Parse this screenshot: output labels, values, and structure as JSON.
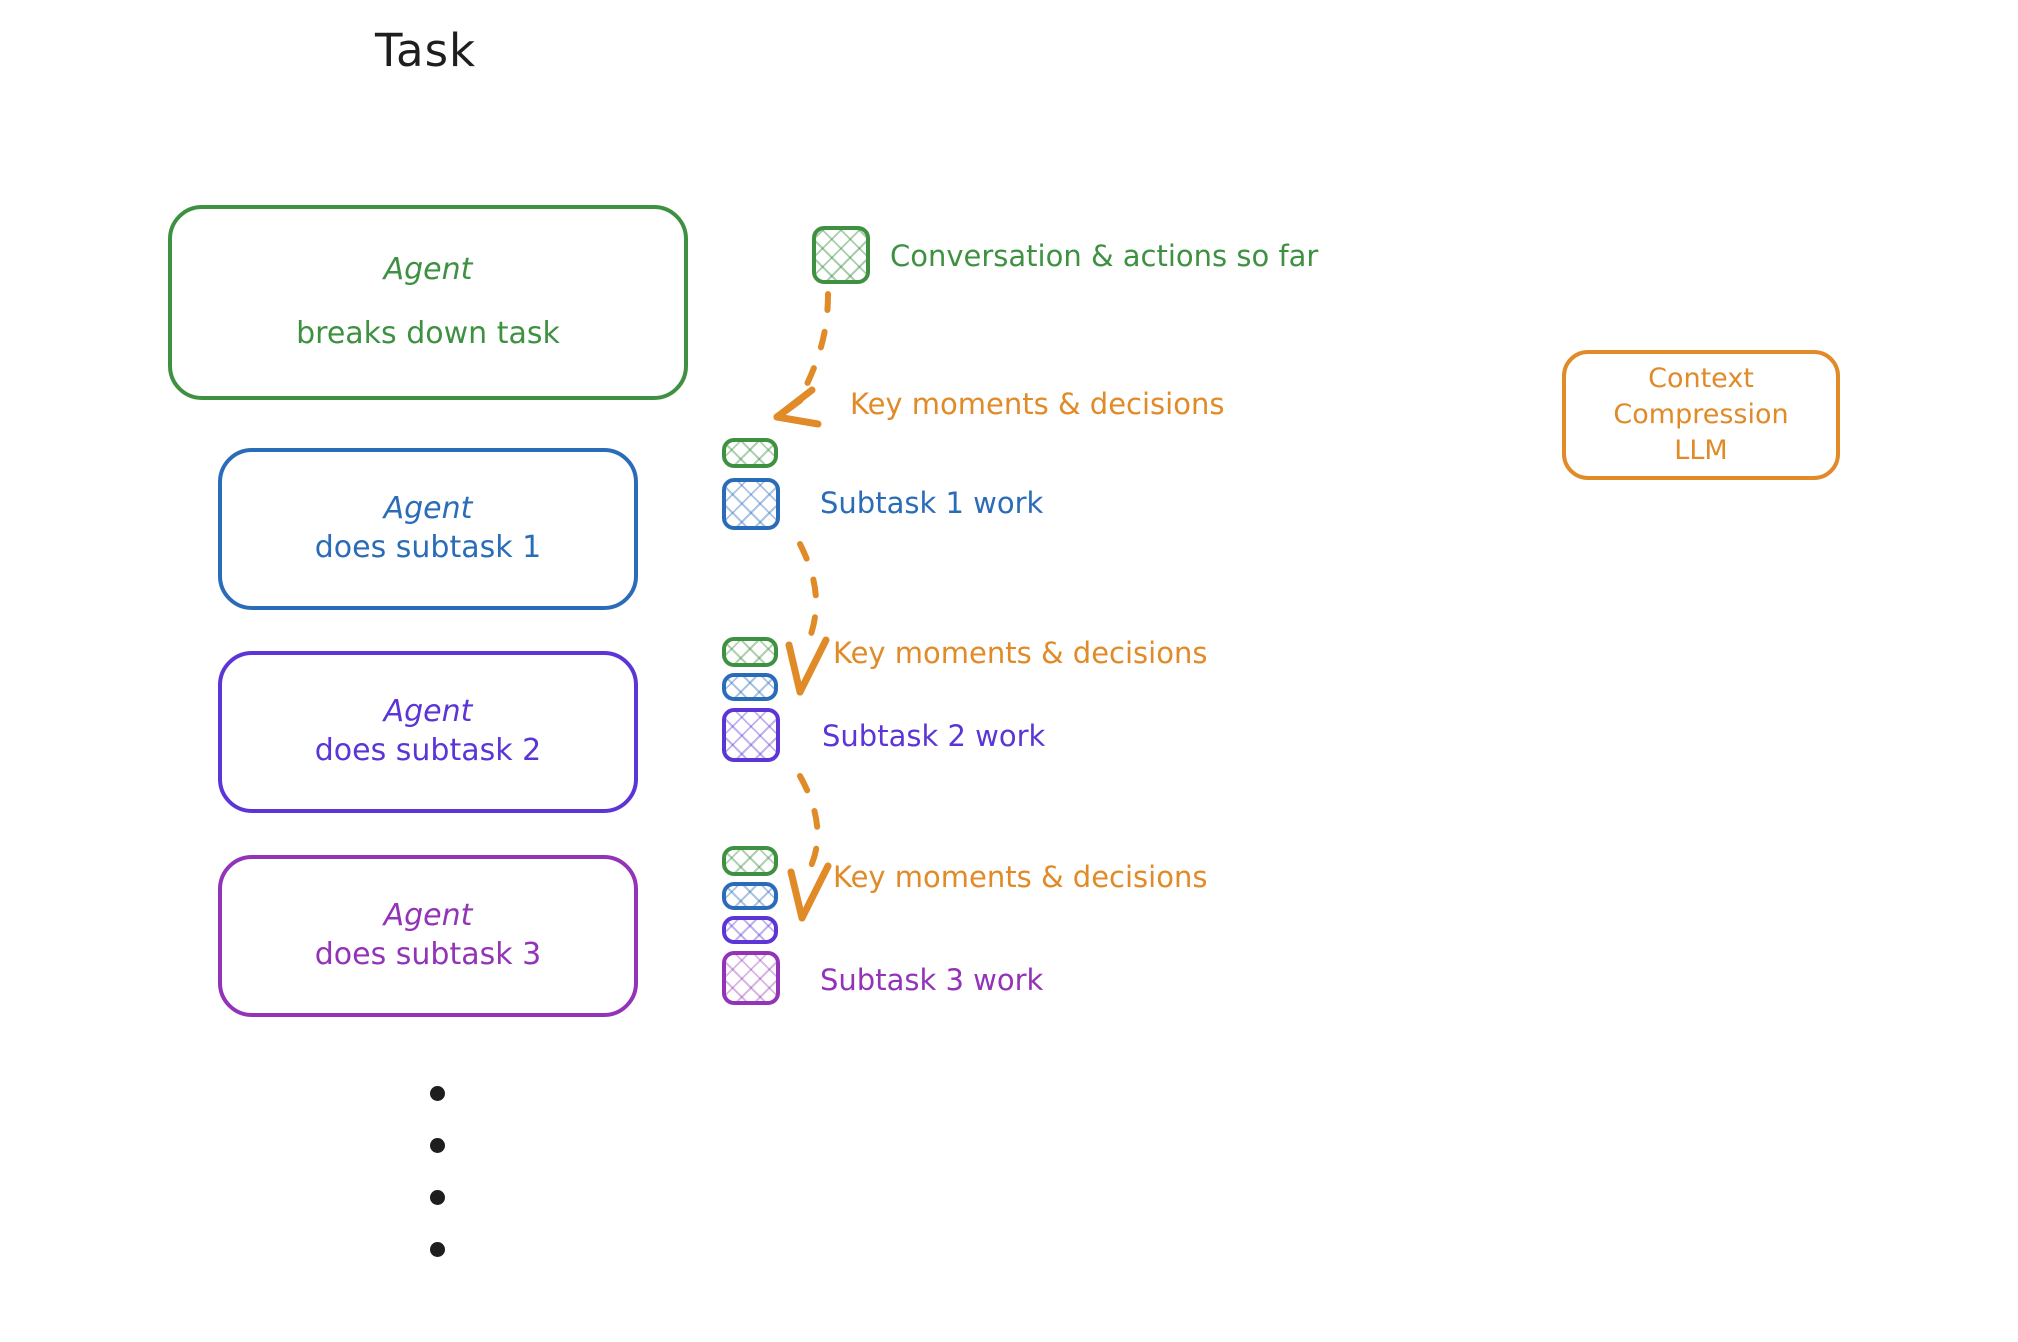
{
  "title": "Task",
  "colors": {
    "green": "#3f9142",
    "blue": "#2b6cb8",
    "violet": "#5b35d5",
    "magenta": "#9333b8",
    "orange": "#e08a28",
    "ink": "#1e1e1e"
  },
  "agents": [
    {
      "id": "agent-breaks-down-task",
      "line1": "Agent",
      "line2": "breaks down task",
      "color": "#3f9142",
      "spacing": "wide"
    },
    {
      "id": "agent-subtask-1",
      "line1": "Agent",
      "line2": "does subtask 1",
      "color": "#2b6cb8",
      "spacing": "tight"
    },
    {
      "id": "agent-subtask-2",
      "line1": "Agent",
      "line2": "does subtask 2",
      "color": "#5b35d5",
      "spacing": "tight"
    },
    {
      "id": "agent-subtask-3",
      "line1": "Agent",
      "line2": "does subtask 3",
      "color": "#9333b8",
      "spacing": "tight"
    }
  ],
  "context_rows": [
    {
      "id": "row-conversation",
      "label": "Conversation & actions so far",
      "color": "#3f9142"
    },
    {
      "id": "row-subtask-1-work",
      "label": "Subtask 1 work",
      "color": "#2b6cb8"
    },
    {
      "id": "row-subtask-2-work",
      "label": "Subtask 2 work",
      "color": "#5b35d5"
    },
    {
      "id": "row-subtask-3-work",
      "label": "Subtask 3 work",
      "color": "#9333b8"
    }
  ],
  "arrow_labels": [
    {
      "id": "key-moments-1",
      "label": "Key moments & decisions"
    },
    {
      "id": "key-moments-2",
      "label": "Key moments & decisions"
    },
    {
      "id": "key-moments-3",
      "label": "Key moments & decisions"
    }
  ],
  "llm": {
    "line1": "Context",
    "line2": "Compression",
    "line3": "LLM"
  },
  "continuation_dots": 4
}
